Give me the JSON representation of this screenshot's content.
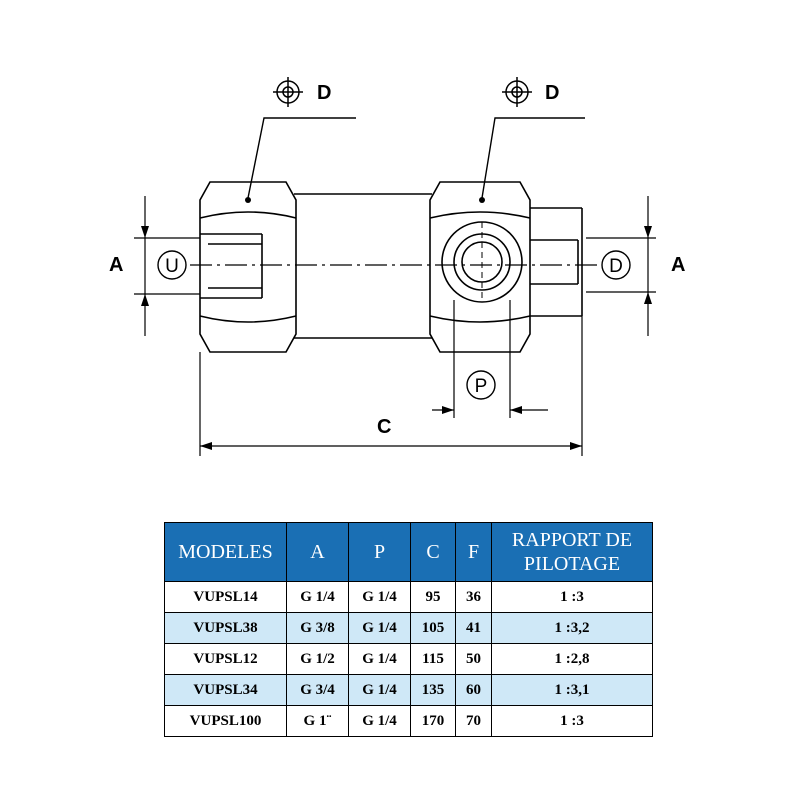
{
  "diagram": {
    "label_d_left": "D",
    "label_d_right": "D",
    "label_a_left": "A",
    "label_a_right": "A",
    "label_u_port": "U",
    "label_d_port": "D",
    "label_p_port": "P",
    "label_c": "C"
  },
  "table": {
    "headers": [
      "MODELES",
      "A",
      "P",
      "C",
      "F",
      "RAPPORT DE PILOTAGE"
    ],
    "rows": [
      [
        "VUPSL14",
        "G 1/4",
        "G 1/4",
        "95",
        "36",
        "1 :3"
      ],
      [
        "VUPSL38",
        "G 3/8",
        "G 1/4",
        "105",
        "41",
        "1 :3,2"
      ],
      [
        "VUPSL12",
        "G 1/2",
        "G 1/4",
        "115",
        "50",
        "1 :2,8"
      ],
      [
        "VUPSL34",
        "G 3/4",
        "G 1/4",
        "135",
        "60",
        "1 :3,1"
      ],
      [
        "VUPSL100",
        "G 1¨",
        "G 1/4",
        "170",
        "70",
        "1 :3"
      ]
    ]
  },
  "colors": {
    "header_bg": "#1a6fb4",
    "alt_row_bg": "#cfe8f7"
  }
}
